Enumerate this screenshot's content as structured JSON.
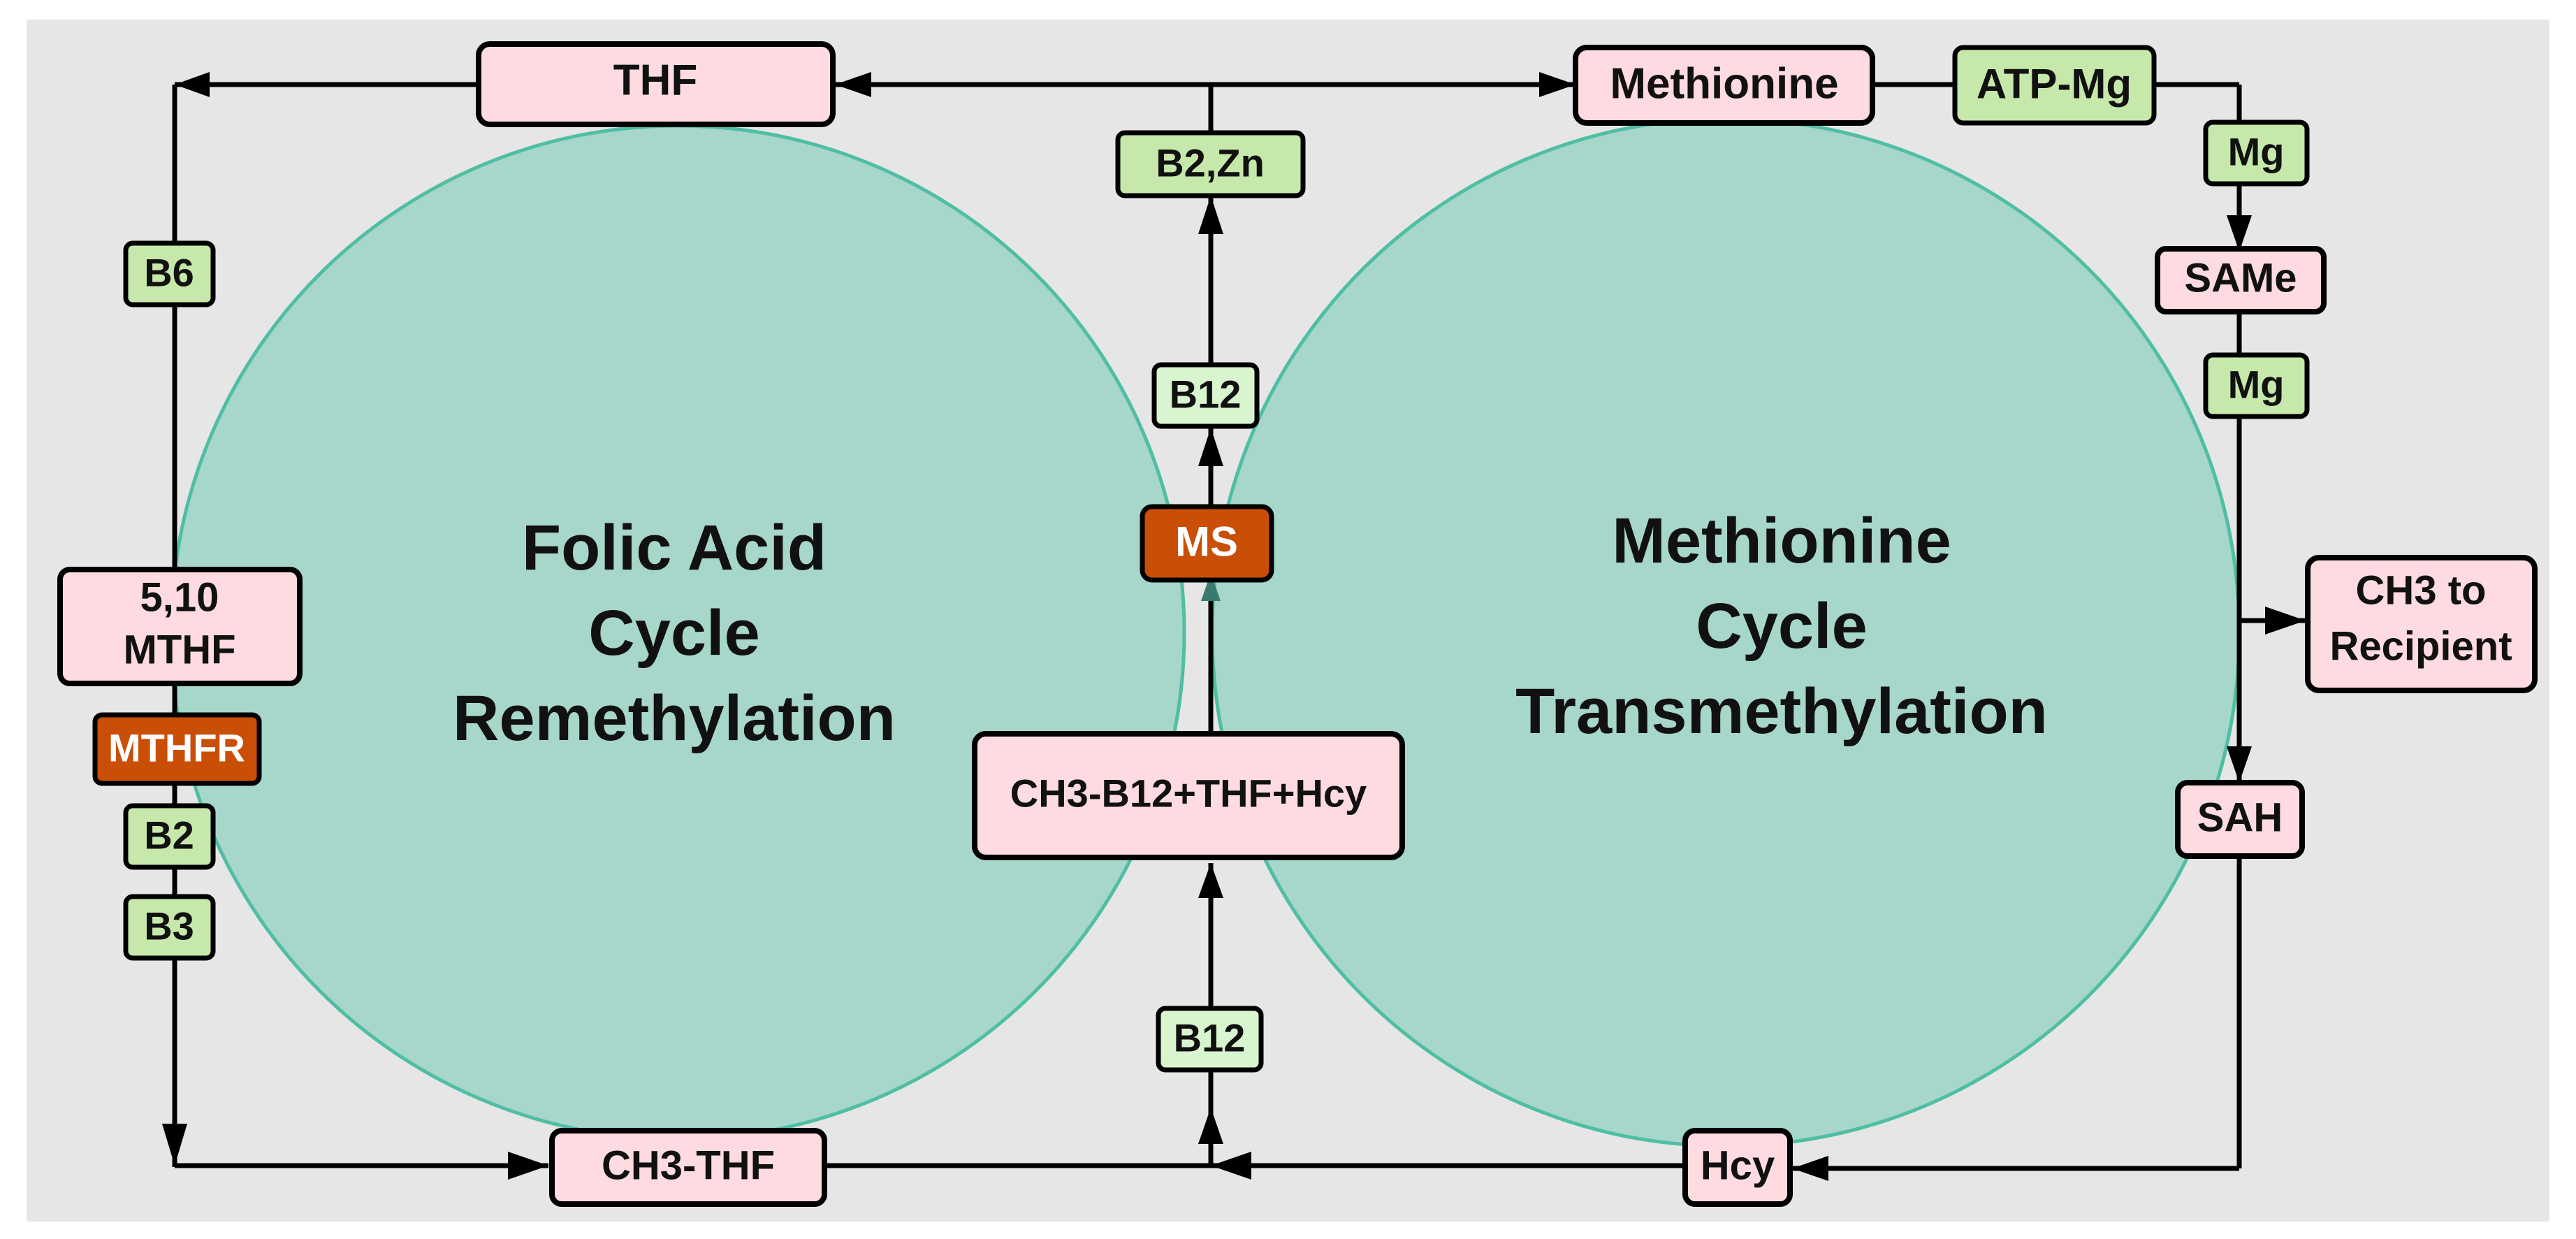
{
  "colors": {
    "background": "#e6e6e6",
    "circle_fill": "#a7d6ca",
    "circle_stroke": "#4fbea4",
    "metabolite_fill": "#fddbe0",
    "cofactor_fill": "#c6e8ab",
    "cofactor_light_fill": "#d9f5d0",
    "enzyme_fill": "#c94e06",
    "line": "#000000",
    "text": "#111111",
    "enzyme_text": "#ffffff"
  },
  "cycles": {
    "folic": {
      "line1": "Folic Acid",
      "line2": "Cycle",
      "line3": "Remethylation"
    },
    "methionine": {
      "line1": "Methionine",
      "line2": "Cycle",
      "line3": "Transmethylation"
    }
  },
  "metabolites": {
    "thf": "THF",
    "methionine": "Methionine",
    "same": "SAMe",
    "mthf_line1": "5,10",
    "mthf_line2": "MTHF",
    "ch3_recipient_line1": "CH3 to",
    "ch3_recipient_line2": "Recipient",
    "sah": "SAH",
    "complex": "CH3-B12+THF+Hcy",
    "ch3_thf": "CH3-THF",
    "hcy": "Hcy"
  },
  "cofactors": {
    "atp_mg": "ATP-Mg",
    "mg_top": "Mg",
    "mg_bottom": "Mg",
    "b2_zn": "B2,Zn",
    "b6": "B6",
    "b12_top": "B12",
    "b2": "B2",
    "b3": "B3",
    "b12_bottom": "B12"
  },
  "enzymes": {
    "ms": "MS",
    "mthfr": "MTHFR"
  }
}
